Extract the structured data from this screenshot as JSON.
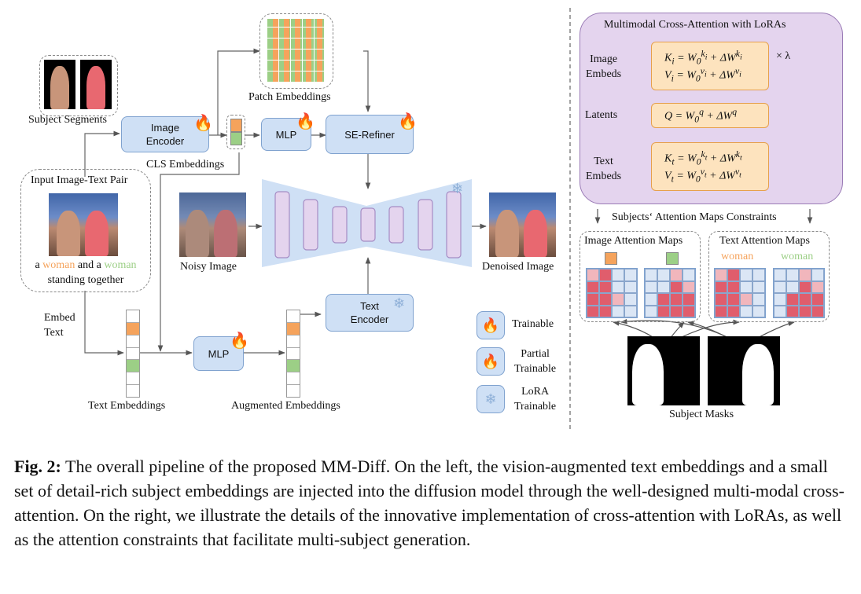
{
  "labels": {
    "subject_segments": "Subject Segments",
    "image_encoder": "Image\nEncoder",
    "mlp_top": "MLP",
    "se_refiner": "SE-Refiner",
    "patch_embeddings": "Patch Embeddings",
    "cls_embeddings": "CLS Embeddings",
    "input_pair_title": "Input Image-Text Pair",
    "prompt_a": "a",
    "prompt_woman1": "woman",
    "prompt_and_a": "and a",
    "prompt_woman2": "woman",
    "prompt_standing": "standing together",
    "noisy_image": "Noisy Image",
    "denoised_image": "Denoised Image",
    "embed_text": "Embed\nText",
    "text_embeddings": "Text Embeddings",
    "mlp_bottom": "MLP",
    "augmented_embeddings": "Augmented Embeddings",
    "text_encoder": "Text\nEncoder",
    "legend_trainable": "Trainable",
    "legend_partial": "Partial\nTrainable",
    "legend_lora": "LoRA\nTrainable"
  },
  "right_panel": {
    "title": "Multimodal Cross-Attention with LoRAs",
    "image_embeds": "Image\nEmbeds",
    "latents": "Latents",
    "text_embeds": "Text\nEmbeds",
    "times_lambda": "× λ",
    "constraints": "Subjects‘ Attention Maps Constraints",
    "image_attention_maps": "Image Attention Maps",
    "text_attention_maps": "Text Attention Maps",
    "text_word_1": "woman",
    "text_word_2": "woman",
    "subject_masks": "Subject Masks"
  },
  "caption": {
    "label": "Fig. 2:",
    "text": "The overall pipeline of the proposed MM-Diff. On the left, the vision-augmented text embeddings and a small set of detail-rich subject embeddings are injected into the diffusion model through the well-designed multi-modal cross-attention. On the right, we illustrate the details of the innovative implementation of cross-attention with LoRAs, as well as the attention constraints that facilitate multi-subject generation."
  },
  "colors": {
    "box_blue": "#cfe0f5",
    "orange_token": "#f5a35c",
    "green_token": "#9ccf86",
    "purple_panel": "#e4d4ee",
    "formula_orange": "#fde3be",
    "attention_red": "#e05d6c",
    "flame_red": "#e8262a"
  }
}
